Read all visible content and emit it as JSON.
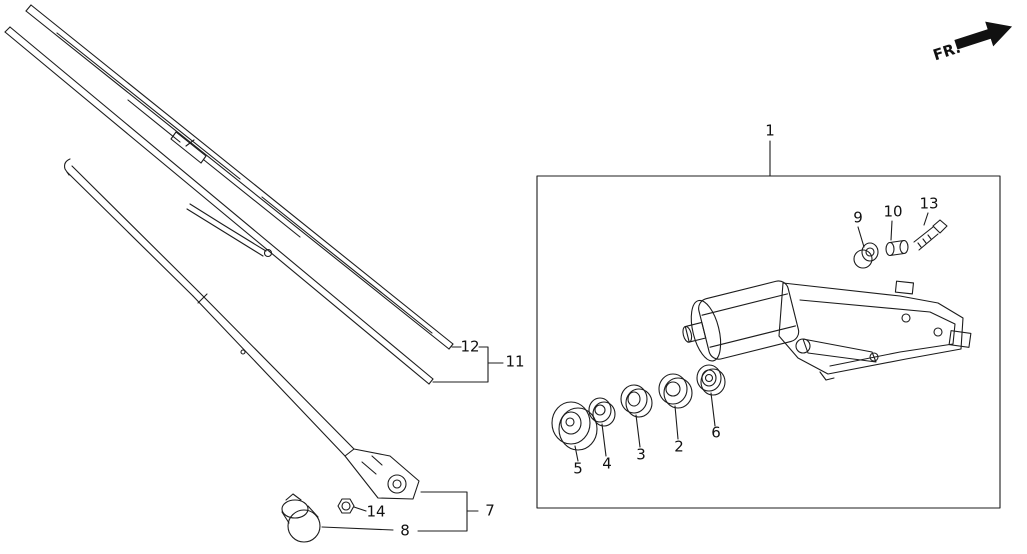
{
  "diagram": {
    "fr_label": "FR.",
    "callouts": {
      "c1": "1",
      "c2": "2",
      "c3": "3",
      "c4": "4",
      "c5": "5",
      "c6": "6",
      "c7": "7",
      "c8": "8",
      "c9": "9",
      "c10": "10",
      "c11": "11",
      "c12": "12",
      "c13": "13",
      "c14": "14"
    }
  }
}
